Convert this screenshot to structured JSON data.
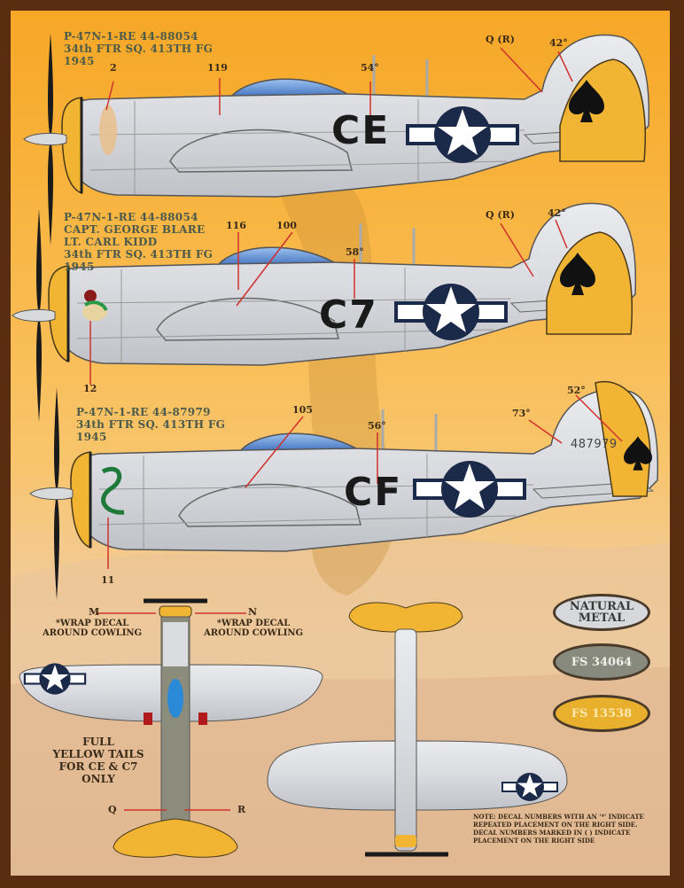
{
  "colors": {
    "border": "#5a2c10",
    "yellow": "#f2b533",
    "natural_metal": "#d8dadc",
    "olive_drab": "#8c8c7c",
    "insignia_blue": "#1c2a4a",
    "callout_red": "#d0312d"
  },
  "profiles": [
    {
      "caption": [
        "P-47N-1-RE 44-88054",
        "34th FTR SQ. 413TH FG",
        "1945"
      ],
      "code": "CE",
      "callouts": {
        "nose_art": "2",
        "canopy": "119",
        "code_angle": "54°",
        "tail_left": "Q (R)",
        "tail_spade": "42°"
      }
    },
    {
      "caption": [
        "P-47N-1-RE 44-88054",
        "CAPT. GEORGE BLARE",
        "LT. CARL KIDD",
        "34th FTR SQ. 413TH FG",
        "1945"
      ],
      "code": "C7",
      "callouts": {
        "nose_art": "12",
        "canopy_a": "116",
        "canopy_b": "100",
        "code_angle": "58°",
        "tail_left": "Q (R)",
        "tail_spade": "42°"
      }
    },
    {
      "caption": [
        "P-47N-1-RE 44-87979",
        "34th FTR SQ. 413TH FG",
        "1945"
      ],
      "code": "CF",
      "serial": "487979",
      "callouts": {
        "nose_art": "11",
        "canopy": "105",
        "code_angle": "56°",
        "serial_angle": "73°",
        "tail_spade": "52°"
      }
    }
  ],
  "top_view": {
    "left_marker": "M",
    "right_marker": "N",
    "wrap_note": [
      "*WRAP DECAL",
      "AROUND COWLING"
    ],
    "tail_left_marker": "Q",
    "tail_right_marker": "R"
  },
  "yellow_tail_note": [
    "FULL",
    "YELLOW TAILS",
    "FOR CE & C7",
    "ONLY"
  ],
  "swatches": [
    {
      "label": [
        "NATURAL",
        "METAL"
      ],
      "color": "#d6d8dc",
      "text_color": "#3a3a3a"
    },
    {
      "label": [
        "FS 34064"
      ],
      "color": "#878a7c",
      "text_color": "#f0f0ea"
    },
    {
      "label": [
        "FS 13538"
      ],
      "color": "#e9b02e",
      "text_color": "#fbe9b0"
    }
  ],
  "footnote": [
    "NOTE: DECAL NUMBERS WITH AN '*' INDICATE",
    "REPEATED PLACEMENT ON THE RIGHT SIDE.",
    "DECAL NUMBERS MARKED IN ( ) INDICATE",
    "PLACEMENT ON THE RIGHT SIDE"
  ]
}
